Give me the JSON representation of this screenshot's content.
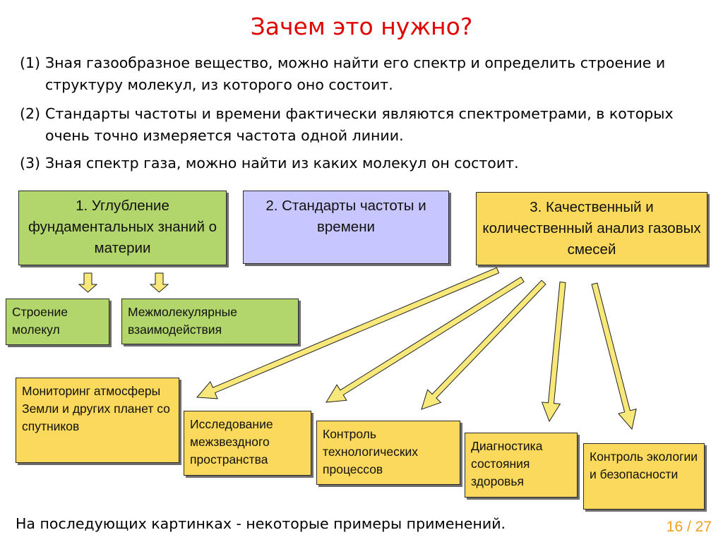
{
  "slide": {
    "title": "Зачем это нужно?",
    "points": [
      {
        "num": "(1)",
        "text": "Зная газообразное вещество, можно найти его спектр и определить строение и структуру молекул, из которого оно состоит."
      },
      {
        "num": "(2)",
        "text": "Стандарты частоты и времени фактически являются спектрометрами, в которых очень точно измеряется частота одной линии."
      },
      {
        "num": "(3)",
        "text": "Зная спектр газа, можно найти из каких молекул он состоит."
      }
    ],
    "boxes": {
      "fundamental": "1. Углубление фундаментальных знаний о материи",
      "standards": "2. Стандарты частоты и времени",
      "analysis": "3. Качественный и количественный анализ газовых смесей",
      "structure": "Строение молекул",
      "interactions": "Межмолекулярные взаимодействия",
      "monitoring": "Мониторинг атмосферы Земли и других планет со спутников",
      "interstellar": "Исследование межзвездного пространства",
      "process_control": "Контроль технологических процессов",
      "health": "Диагностика состояния здоровья",
      "ecology": "Контроль экологии и безопасности"
    },
    "footer": "На последующих картинках - некоторые примеры применений.",
    "page": "16 / 27"
  },
  "colors": {
    "title": "#e00000",
    "green_box": "#b3d66c",
    "violet_box": "#c8c6ff",
    "yellow_box": "#fbd95c",
    "arrow_fill": "#f8e87a",
    "page_number": "#f0a020"
  }
}
